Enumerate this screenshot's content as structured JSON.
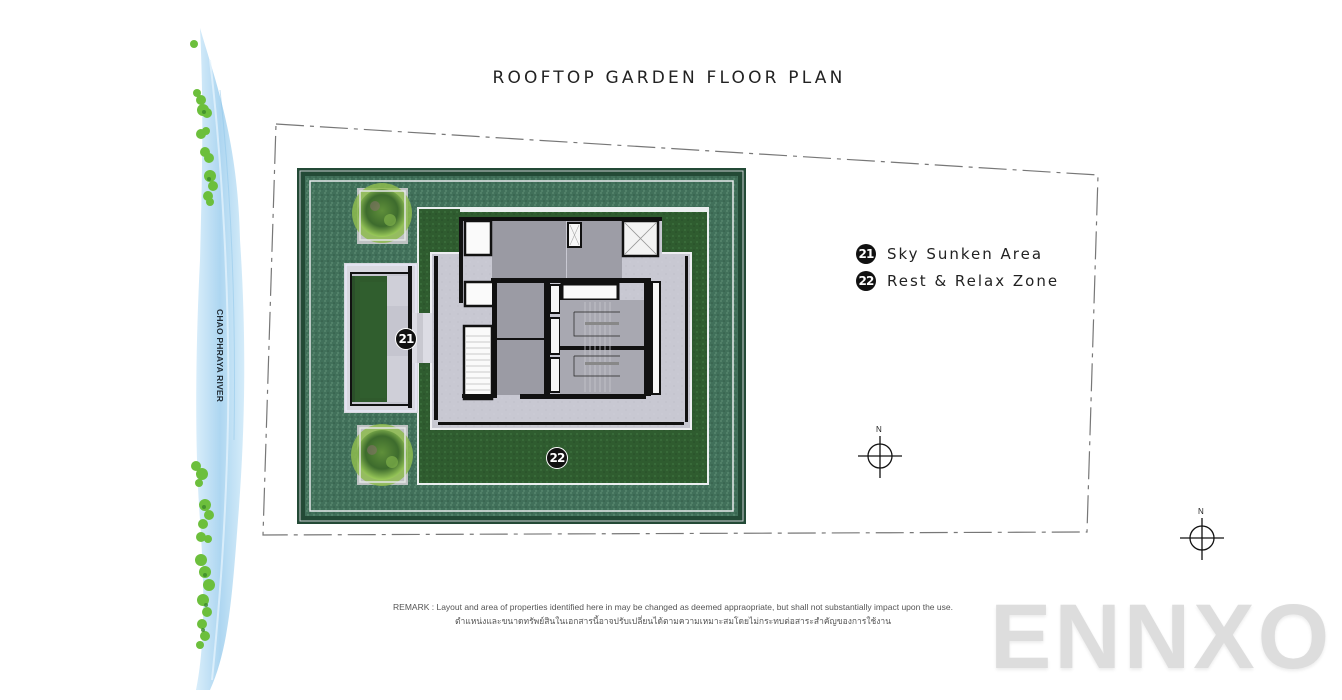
{
  "page": {
    "title": "ROOFTOP GARDEN FLOOR PLAN"
  },
  "river": {
    "label": "CHAO PHRAYA RIVER"
  },
  "legend": {
    "items": [
      {
        "number": "21",
        "label": "Sky Sunken Area"
      },
      {
        "number": "22",
        "label": "Rest & Relax Zone"
      }
    ]
  },
  "plan": {
    "markers": [
      {
        "number": "21",
        "label": "Sky Sunken Area"
      },
      {
        "number": "22",
        "label": "Rest & Relax Zone"
      }
    ]
  },
  "compass": {
    "north_label": "N"
  },
  "remark": {
    "english": "REMARK : Layout and area of properties identified here in may be changed as deemed appraopriate, but shall not substantially impact upon the use.",
    "thai": "ตำแหน่งและขนาดทรัพย์สินในเอกสารนี้อาจปรับเปลี่ยนได้ตามความเหมาะสมโดยไม่กระทบต่อสาระสำคัญของการใช้งาน"
  },
  "watermark": {
    "text": "ENNXO"
  },
  "colors": {
    "river": "#b9dcf2",
    "tree": "#6cbf3c",
    "lawn_dark": "#2f5a45",
    "lawn": "#3f6e55",
    "paving": "#c9c9d1",
    "room": "#9a9aa2",
    "wall": "#111111"
  }
}
